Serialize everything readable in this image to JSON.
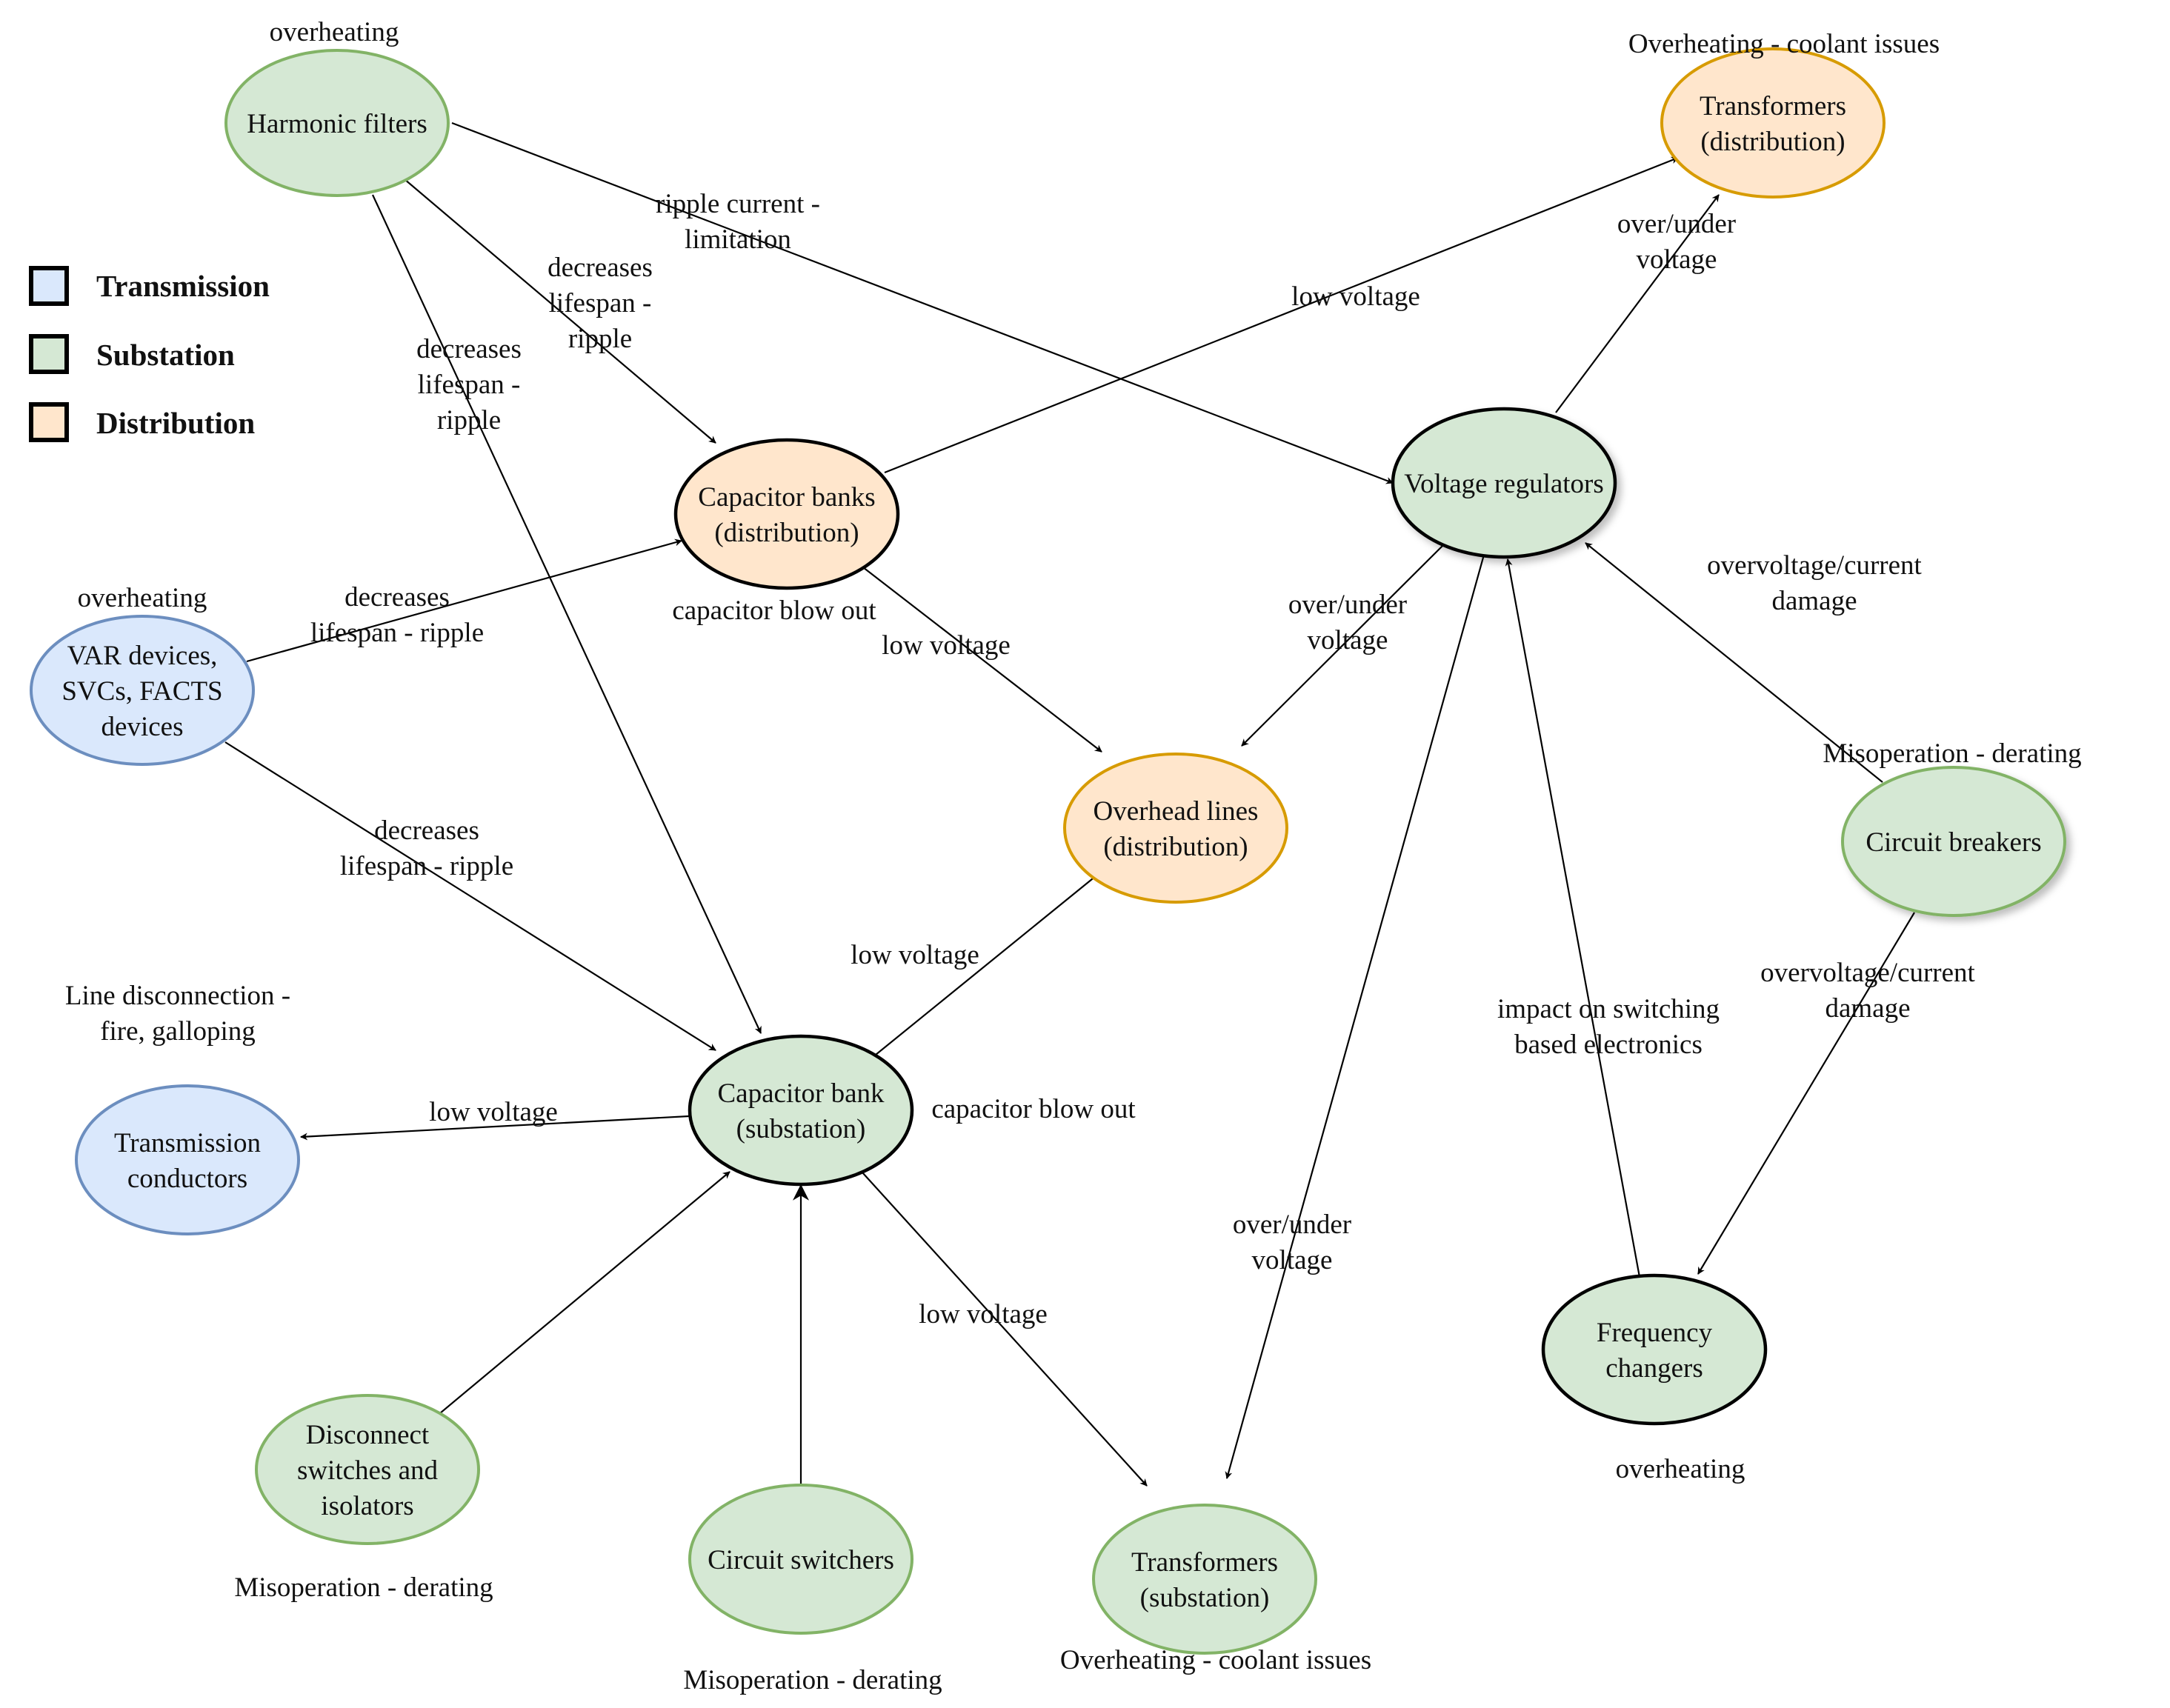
{
  "colors": {
    "transmission_fill": "#dae8fc",
    "transmission_stroke": "#6c8ebf",
    "substation_fill": "#d5e8d4",
    "substation_stroke": "#82b366",
    "distribution_fill": "#ffe6cc",
    "distribution_stroke": "#d79b00",
    "highlight_stroke": "#000000",
    "edge": "#000000"
  },
  "legend": [
    {
      "id": "transmission",
      "label": "Transmission"
    },
    {
      "id": "substation",
      "label": "Substation"
    },
    {
      "id": "distribution",
      "label": "Distribution"
    }
  ],
  "nodes": [
    {
      "id": "harmonic-filters",
      "lines": [
        "Harmonic filters"
      ],
      "category": "substation",
      "note": [
        "overheating"
      ]
    },
    {
      "id": "transformers-distribution",
      "lines": [
        "Transformers",
        "(distribution)"
      ],
      "category": "distribution",
      "note": [
        "Overheating - coolant issues"
      ]
    },
    {
      "id": "capacitor-banks-distribution",
      "lines": [
        "Capacitor banks",
        "(distribution)"
      ],
      "category": "distribution",
      "highlight": true,
      "note": [
        "capacitor blow out"
      ]
    },
    {
      "id": "voltage-regulators",
      "lines": [
        "Voltage regulators"
      ],
      "category": "substation",
      "highlight": true,
      "note": []
    },
    {
      "id": "var-devices",
      "lines": [
        "VAR devices,",
        "SVCs, FACTS",
        "devices"
      ],
      "category": "transmission",
      "note": [
        "overheating"
      ]
    },
    {
      "id": "overhead-lines",
      "lines": [
        "Overhead lines",
        "(distribution)"
      ],
      "category": "distribution",
      "note": []
    },
    {
      "id": "circuit-breakers",
      "lines": [
        "Circuit breakers"
      ],
      "category": "substation",
      "note": [
        "Misoperation - derating"
      ]
    },
    {
      "id": "transmission-conductors",
      "lines": [
        "Transmission",
        "conductors"
      ],
      "category": "transmission",
      "note": [
        "Line disconnection -",
        "fire, galloping"
      ]
    },
    {
      "id": "capacitor-bank-substation",
      "lines": [
        "Capacitor bank",
        "(substation)"
      ],
      "category": "substation",
      "highlight": true,
      "note": [
        "capacitor blow out"
      ]
    },
    {
      "id": "frequency-changers",
      "lines": [
        "Frequency",
        "changers"
      ],
      "category": "substation",
      "highlight": true,
      "note": [
        "overheating"
      ]
    },
    {
      "id": "disconnect-switches",
      "lines": [
        "Disconnect",
        "switches and",
        "isolators"
      ],
      "category": "substation",
      "note": [
        "Misoperation - derating"
      ]
    },
    {
      "id": "circuit-switchers",
      "lines": [
        "Circuit switchers"
      ],
      "category": "substation",
      "note": [
        "Misoperation - derating"
      ]
    },
    {
      "id": "transformers-substation",
      "lines": [
        "Transformers",
        "(substation)"
      ],
      "category": "substation",
      "note": [
        "Overheating - coolant issues"
      ]
    }
  ],
  "edges": [
    {
      "from": "harmonic-filters",
      "to": "voltage-regulators",
      "label": [
        "ripple current -",
        "limitation"
      ]
    },
    {
      "from": "harmonic-filters",
      "to": "capacitor-banks-distribution",
      "label": [
        "decreases",
        "lifespan -",
        "ripple"
      ]
    },
    {
      "from": "harmonic-filters",
      "to": "capacitor-bank-substation",
      "label": [
        "decreases",
        "lifespan -",
        "ripple"
      ]
    },
    {
      "from": "capacitor-banks-distribution",
      "to": "transformers-distribution",
      "label": [
        "low voltage"
      ]
    },
    {
      "from": "voltage-regulators",
      "to": "transformers-distribution",
      "label": [
        "over/under",
        "voltage"
      ]
    },
    {
      "from": "var-devices",
      "to": "capacitor-banks-distribution",
      "label": [
        "decreases",
        "lifespan - ripple"
      ]
    },
    {
      "from": "var-devices",
      "to": "capacitor-bank-substation",
      "label": [
        "decreases",
        "lifespan - ripple"
      ]
    },
    {
      "from": "capacitor-banks-distribution",
      "to": "overhead-lines",
      "label": [
        "low voltage"
      ]
    },
    {
      "from": "voltage-regulators",
      "to": "overhead-lines",
      "label": [
        "over/under",
        "voltage"
      ]
    },
    {
      "from": "circuit-breakers",
      "to": "voltage-regulators",
      "label": [
        "overvoltage/current",
        "damage"
      ]
    },
    {
      "from": "capacitor-bank-substation",
      "to": "overhead-lines",
      "label": [
        "low voltage"
      ]
    },
    {
      "from": "capacitor-bank-substation",
      "to": "transmission-conductors",
      "label": [
        "low voltage"
      ]
    },
    {
      "from": "circuit-breakers",
      "to": "frequency-changers",
      "label": [
        "overvoltage/current",
        "damage"
      ]
    },
    {
      "from": "frequency-changers",
      "to": "voltage-regulators",
      "label": [
        "impact on switching",
        "based electronics"
      ]
    },
    {
      "from": "voltage-regulators",
      "to": "transformers-substation",
      "label": [
        "over/under",
        "voltage"
      ]
    },
    {
      "from": "capacitor-bank-substation",
      "to": "transformers-substation",
      "label": [
        "low voltage"
      ]
    },
    {
      "from": "disconnect-switches",
      "to": "capacitor-bank-substation",
      "label": []
    },
    {
      "from": "circuit-switchers",
      "to": "capacitor-bank-substation",
      "label": []
    }
  ]
}
